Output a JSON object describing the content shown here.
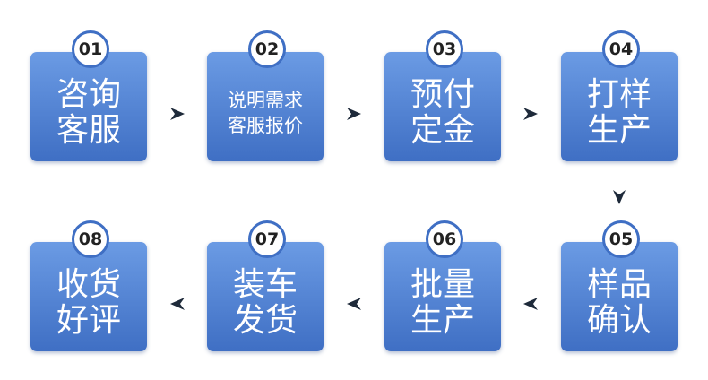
{
  "steps": [
    {
      "num": "01",
      "line1": "咨询",
      "line2": "客服"
    },
    {
      "num": "02",
      "line1": "说明需求",
      "line2": "客服报价"
    },
    {
      "num": "03",
      "line1": "预付",
      "line2": "定金"
    },
    {
      "num": "04",
      "line1": "打样",
      "line2": "生产"
    },
    {
      "num": "05",
      "line1": "样品",
      "line2": "确认"
    },
    {
      "num": "06",
      "line1": "批量",
      "line2": "生产"
    },
    {
      "num": "07",
      "line1": "装车",
      "line2": "发货"
    },
    {
      "num": "08",
      "line1": "收货",
      "line2": "好评"
    }
  ],
  "colors": {
    "box_top": "#6b9be4",
    "box_bottom": "#3f6fc4",
    "arrow": "#1e2a3a"
  }
}
